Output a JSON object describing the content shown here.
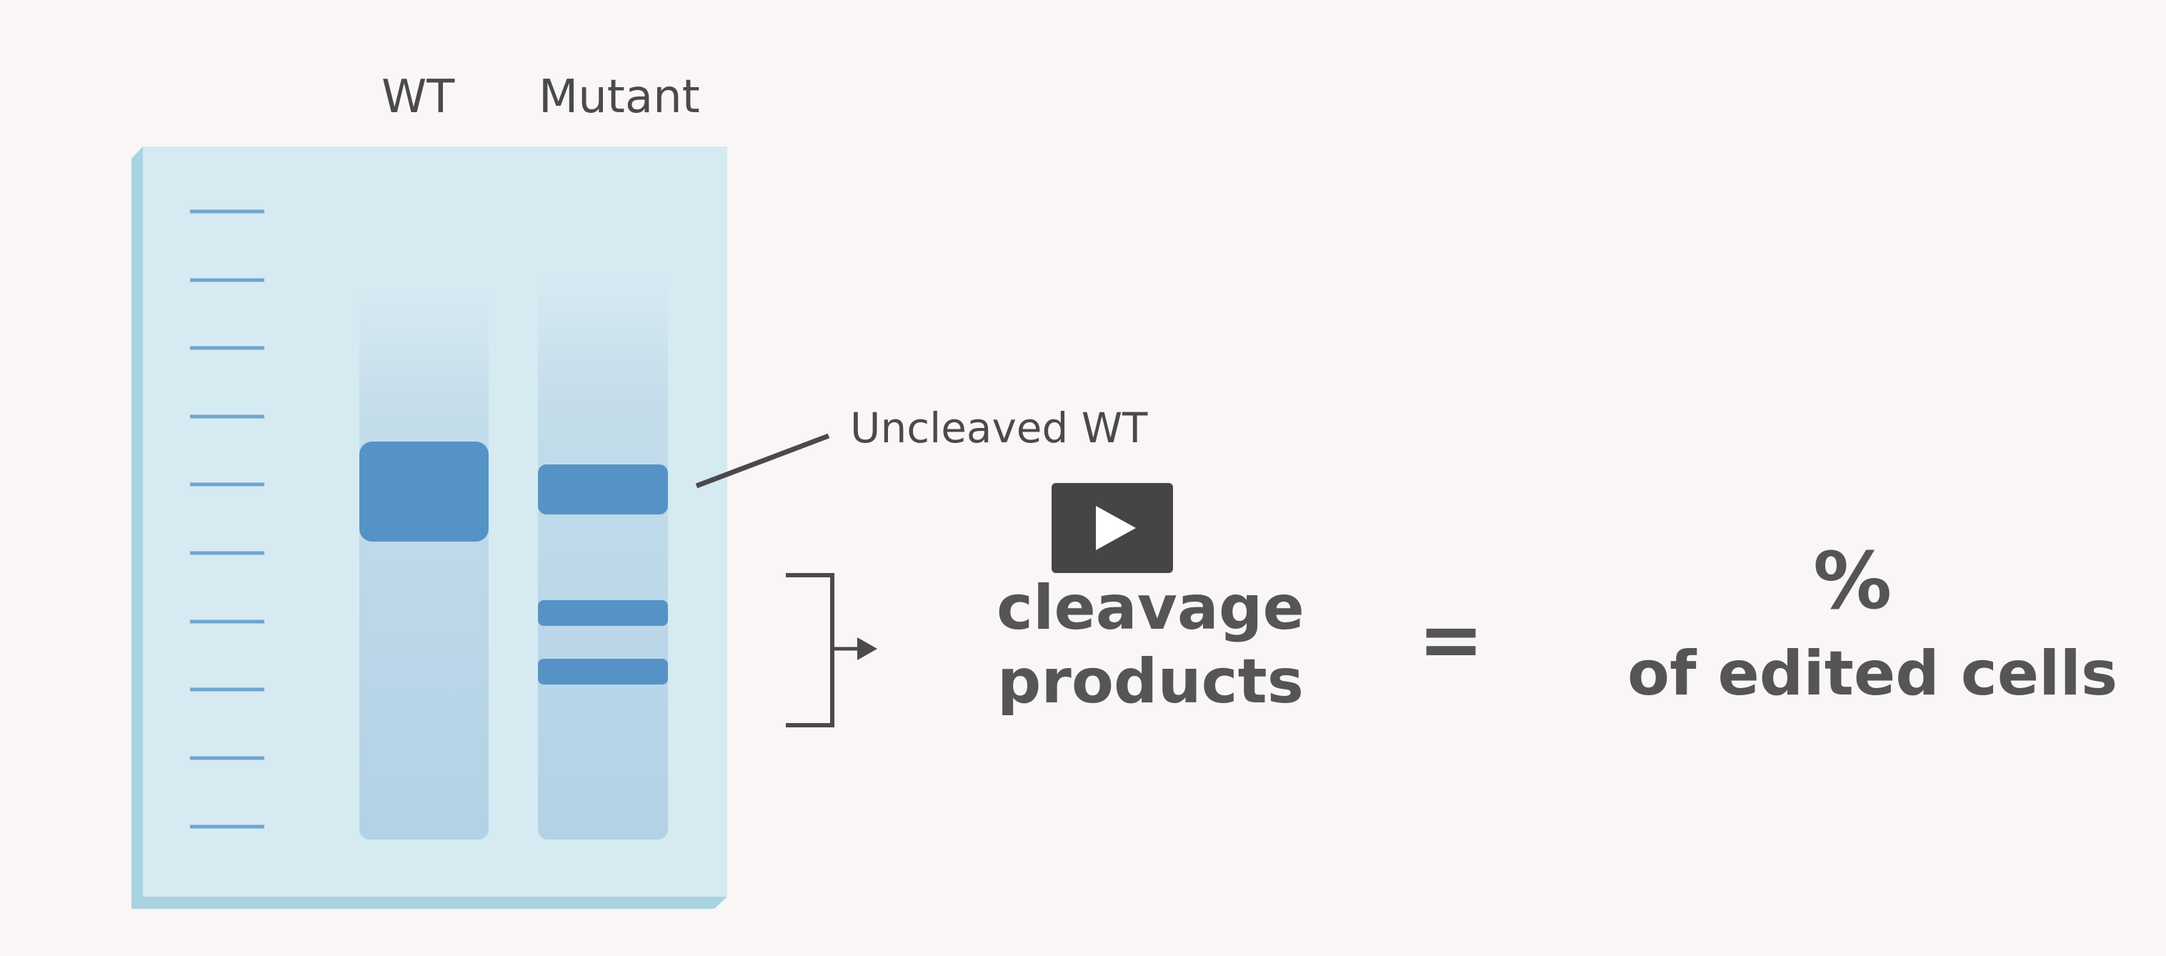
{
  "lanes": {
    "wt": "WT",
    "mutant": "Mutant"
  },
  "annotation": {
    "uncleaved": "Uncleaved WT"
  },
  "equation": {
    "left_line1": "cleavage",
    "left_line2": "products",
    "operator": "=",
    "right_symbol": "%",
    "right_line": "of edited cells"
  },
  "play_icon": "play-icon",
  "colors": {
    "background": "#fbf6f6",
    "gel": "#d5eaf2",
    "band": "#5593c6",
    "text": "#4a4a4a"
  }
}
